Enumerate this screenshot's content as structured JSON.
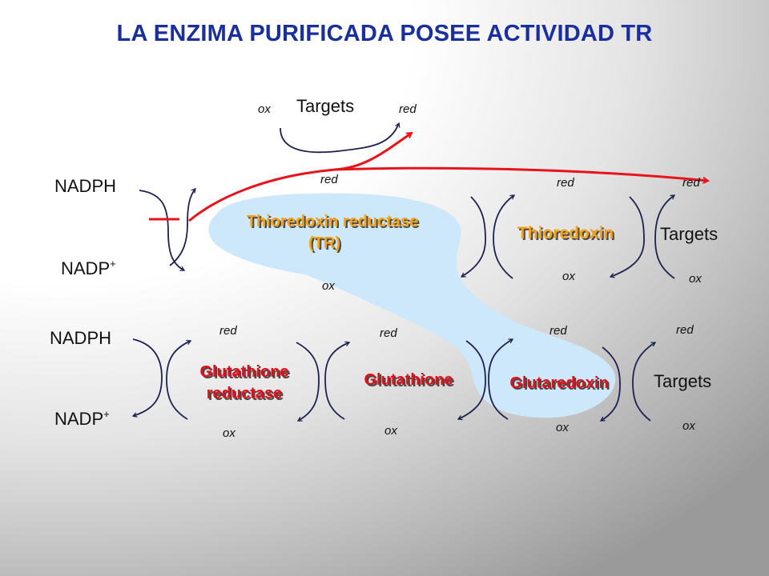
{
  "title": "LA ENZIMA PURIFICADA POSEE ACTIVIDAD TR",
  "colors": {
    "title": "#1a2f9c",
    "arrows": "#1f2150",
    "highlight_arrow": "#e8141c",
    "blob": "#cce8fa",
    "tr_text": "#f4a21a",
    "gr_text": "#e0101a"
  },
  "upper_pathway": {
    "nadph": "NADPH",
    "nadp": "NADP",
    "nadp_sup": "+",
    "tr_label": "Thioredoxin reductase",
    "tr_abbrev": "(TR)",
    "tr_red": "red",
    "tr_ox": "ox",
    "thioredoxin": "Thioredoxin",
    "trx_red": "red",
    "trx_ox": "ox",
    "targets": "Targets",
    "targets_red": "red",
    "targets_ox": "ox",
    "top_targets": "Targets",
    "top_ox": "ox",
    "top_red": "red"
  },
  "lower_pathway": {
    "nadph": "NADPH",
    "nadp": "NADP",
    "nadp_sup": "+",
    "gr_label_1": "Glutathione",
    "gr_label_2": "reductase",
    "gr_red": "red",
    "gr_ox": "ox",
    "glutathione": "Glutathione",
    "gsh_red": "red",
    "gsh_ox": "ox",
    "glutaredoxin": "Glutaredoxin",
    "grx_red": "red",
    "grx_ox": "ox",
    "targets": "Targets",
    "targets_red": "red",
    "targets_ox": "ox"
  }
}
